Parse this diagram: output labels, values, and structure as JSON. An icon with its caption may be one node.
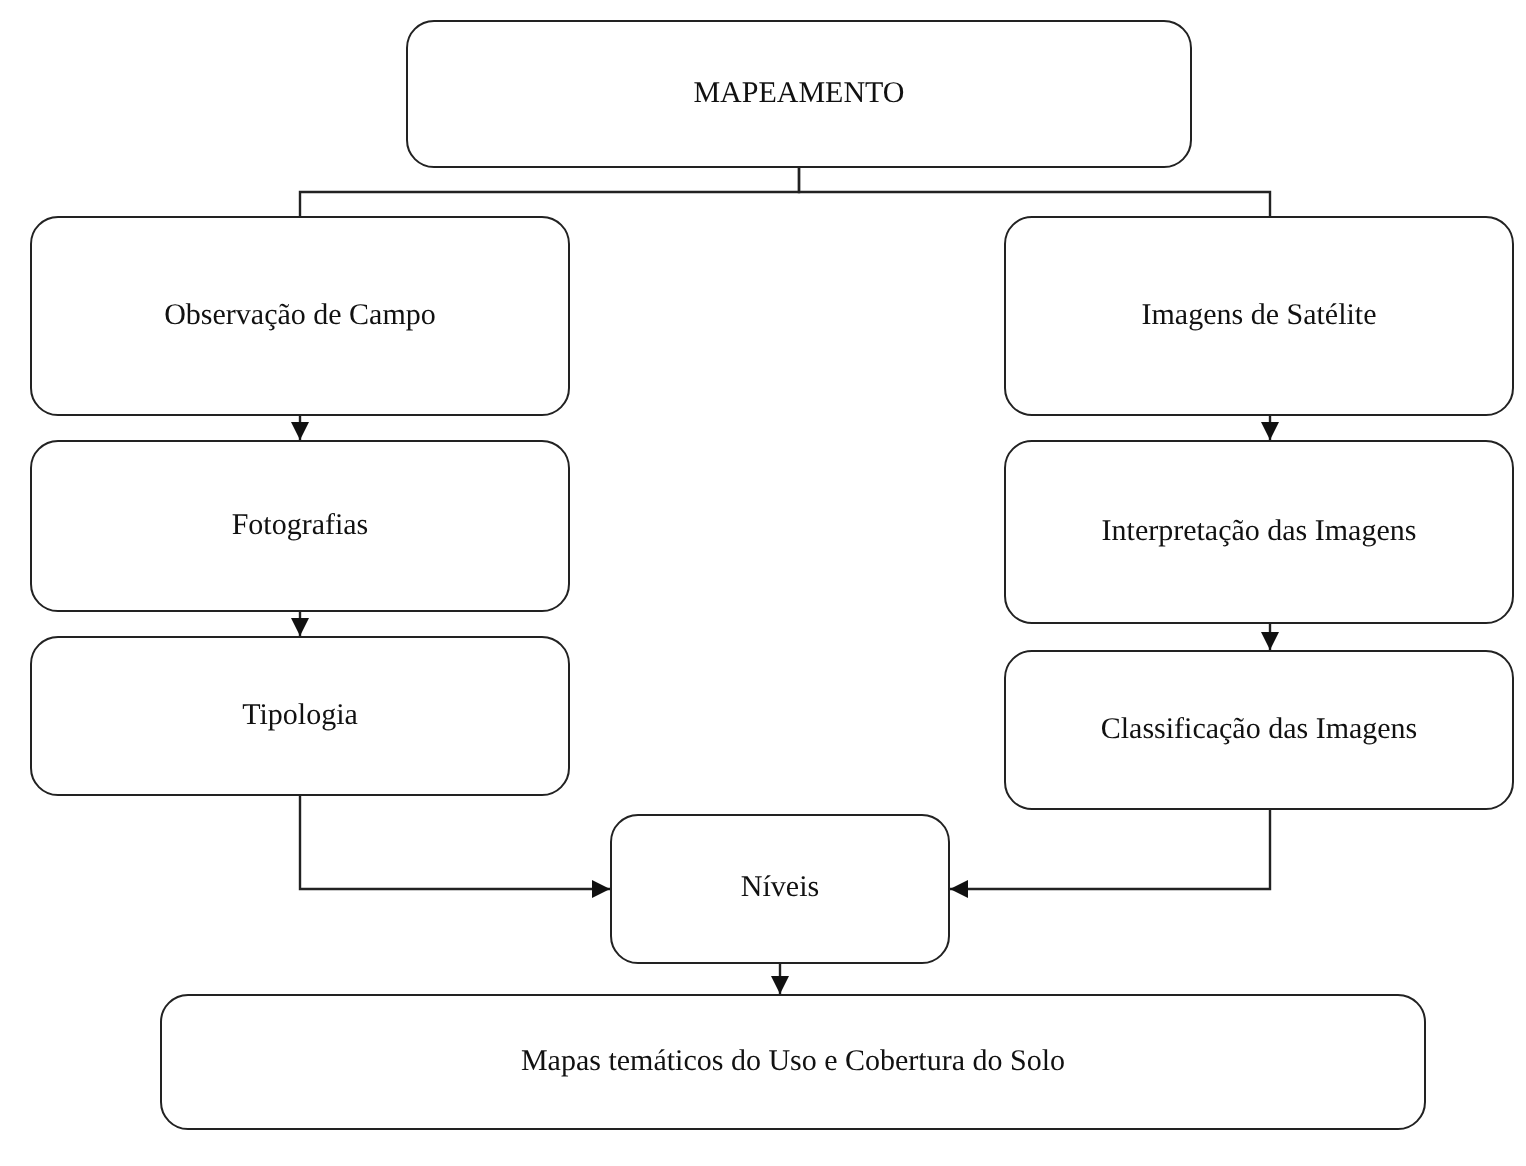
{
  "diagram": {
    "nodes": [
      {
        "text": [
          "MAPEAMENTO"
        ]
      },
      {
        "text": [
          "Observação de Campo"
        ]
      },
      {
        "text": [
          "Imagens de Satélite"
        ]
      },
      {
        "text": [
          "Fotografias"
        ]
      },
      {
        "text": [
          "Interpretação das Imagens"
        ]
      },
      {
        "text": [
          "Tipologia"
        ]
      },
      {
        "text": [
          "Classificação das Imagens"
        ]
      },
      {
        "text": [
          "Níveis"
        ]
      },
      {
        "text": [
          "Mapas temáticos do Uso e Cobertura do Solo"
        ]
      }
    ],
    "edges": [
      {
        "from": 0,
        "to": 1,
        "arrow": "none"
      },
      {
        "from": 0,
        "to": 2,
        "arrow": "none"
      },
      {
        "from": 1,
        "to": 3,
        "arrow": "to"
      },
      {
        "from": 2,
        "to": 4,
        "arrow": "to"
      },
      {
        "from": 3,
        "to": 5,
        "arrow": "to"
      },
      {
        "from": 4,
        "to": 6,
        "arrow": "to"
      },
      {
        "from": 5,
        "to": 7,
        "arrow": "to"
      },
      {
        "from": 6,
        "to": 7,
        "arrow": "to"
      },
      {
        "from": 7,
        "to": 8,
        "arrow": "to"
      }
    ]
  }
}
